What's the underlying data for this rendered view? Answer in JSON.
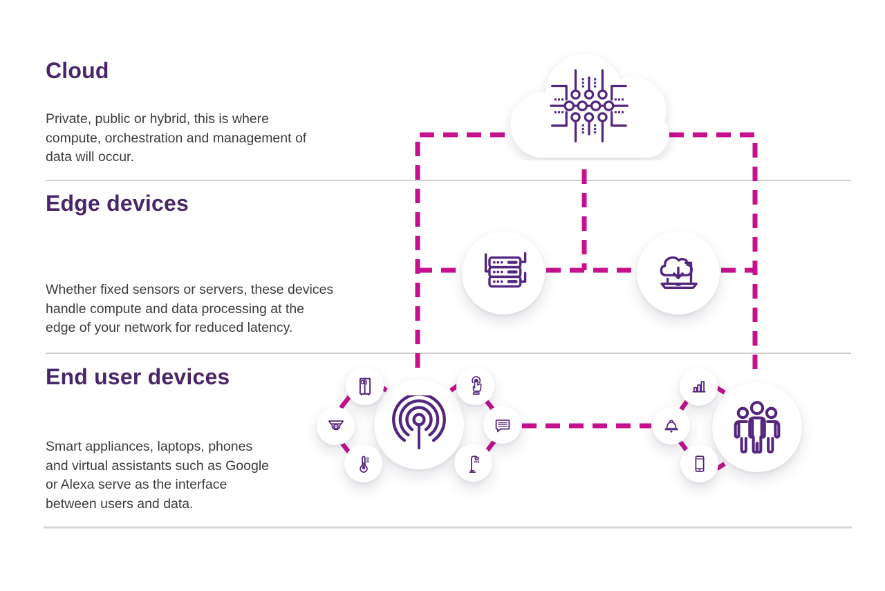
{
  "colors": {
    "heading_purple": "#4A2668",
    "icon_purple": "#54257E",
    "connector_magenta": "#C6108C",
    "body_text": "#3E3A3D",
    "divider_gray": "#CBC9C7",
    "background": "#FFFFFF"
  },
  "sections": [
    {
      "title": "Cloud",
      "body": "Private, public or hybrid, this is where\ncompute, orchestration and management of\ndata will occur."
    },
    {
      "title": "Edge devices",
      "body": "Whether fixed sensors or servers, these devices\nhandle compute and data processing at the\nedge of your network for reduced latency."
    },
    {
      "title": "End user devices",
      "body": "Smart appliances, laptops, phones\nand virtual assistants such as Google\nor Alexa serve as the interface\nbetween users and data."
    }
  ],
  "diagram": {
    "cloud_node": {
      "icon": "circuit-icon"
    },
    "edge_nodes": [
      {
        "icon": "server-rack-icon"
      },
      {
        "icon": "laptop-cloud-download-icon"
      }
    ],
    "end_user_clusters": [
      {
        "hub_icon": "antenna-icon",
        "satellite_icons": [
          "smart-fridge-icon",
          "cctv-camera-icon",
          "thermometer-icon",
          "touch-press-icon",
          "chat-bubble-icon",
          "street-light-icon"
        ]
      },
      {
        "hub_icon": "people-group-icon",
        "satellite_icons": [
          "bar-chart-icon",
          "notification-bell-icon",
          "smartphone-icon"
        ]
      }
    ],
    "connector_style": "dashed"
  }
}
